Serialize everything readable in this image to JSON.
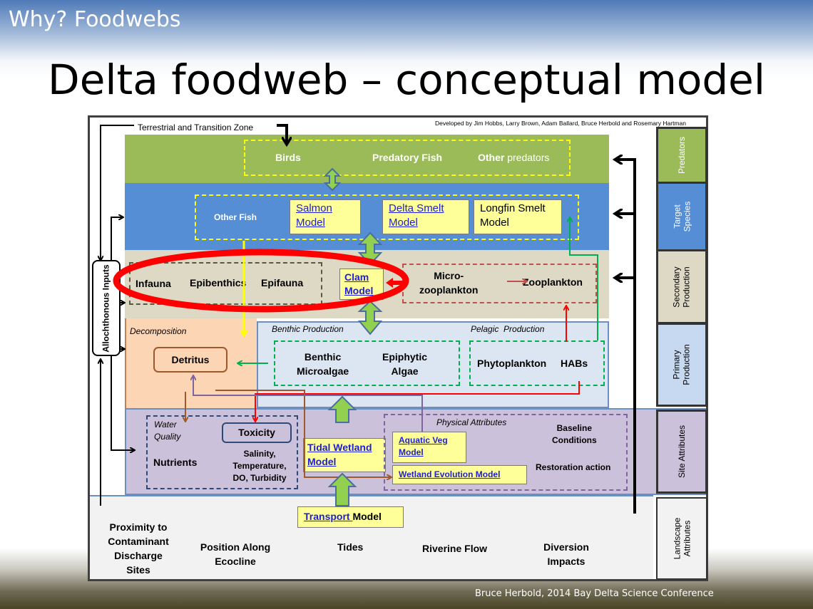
{
  "slide": {
    "section_title": "Why? Foodwebs",
    "title": "Delta foodweb – conceptual model",
    "footer": "Bruce Herbold, 2014 Bay Delta Science Conference"
  },
  "diagram": {
    "credit": "Developed by Jim Hobbs, Larry Brown, Adam Ballard, Bruce Herbold and Rosemary Hartman",
    "terrestrial_zone": "Terrestrial and Transition Zone",
    "allochthonous_inputs": "Allochthonous Inputs",
    "predators": {
      "birds": "Birds",
      "predatory_fish": "Predatory Fish",
      "other_bold": "Other",
      "other_rest": " predators"
    },
    "target_species": {
      "other_fish": "Other Fish",
      "salmon_model": [
        "Salmon",
        "Model"
      ],
      "delta_smelt_model": [
        "Delta Smelt",
        "Model"
      ],
      "longfin_smelt_model": [
        "Longfin Smelt",
        "Model"
      ]
    },
    "secondary_production": {
      "infauna": "Infauna",
      "epibenthics": "Epibenthics",
      "epifauna": "Epifauna",
      "clam_model": [
        "Clam",
        "Model"
      ],
      "microzooplankton": [
        "Micro-",
        "zooplankton"
      ],
      "zooplankton": "Zooplankton"
    },
    "decomposition": {
      "label": "Decomposition",
      "detritus": "Detritus"
    },
    "benthic_production": {
      "label": "Benthic Production",
      "benthic_microalgae": [
        "Benthic",
        "Microalgae"
      ],
      "epiphytic_algae": [
        "Epiphytic",
        "Algae"
      ]
    },
    "pelagic_production": {
      "label": "Pelagic  Production",
      "phytoplankton": "Phytoplankton",
      "habs": "HABs"
    },
    "site_attributes": {
      "water_quality": [
        "Water",
        "Quality"
      ],
      "toxicity": "Toxicity",
      "nutrients": "Nutrients",
      "wq_params": [
        "Salinity,",
        "Temperature,",
        "DO, Turbidity"
      ],
      "tidal_wetland_model": [
        "Tidal Wetland",
        "Model"
      ],
      "physical_attributes": "Physical Attributes",
      "aquatic_veg_model": [
        "Aquatic Veg",
        "Model"
      ],
      "wetland_evolution_model": "Wetland Evolution Model",
      "baseline_conditions": [
        "Baseline",
        "Conditions"
      ],
      "restoration_action": "Restoration action"
    },
    "landscape_attributes": {
      "transport_link": "Transport ",
      "transport_rest": "Model",
      "proximity": [
        "Proximity to",
        "Contaminant",
        "Discharge",
        "Sites"
      ],
      "position": [
        "Position Along",
        "Ecocline"
      ],
      "tides": "Tides",
      "riverine_flow": "Riverine Flow",
      "diversion": [
        "Diversion",
        "Impacts"
      ]
    },
    "side_labels": {
      "predators": "Predators",
      "target_species": [
        "Target",
        "Species"
      ],
      "secondary_production": [
        "Secondary",
        "Production"
      ],
      "primary_production": [
        "Primary",
        "Production"
      ],
      "site_attributes": "Site Attributes",
      "landscape_attributes": [
        "Landscape",
        "Attributes"
      ]
    },
    "colors": {
      "predators": "#9bbb59",
      "target_species": "#558ed5",
      "secondary_production": "#ddd9c4",
      "primary_production": "#dce6f2",
      "decomposition": "#fcd5b5",
      "site_attributes": "#ccc1da",
      "landscape": "#f2f2f2",
      "highlight_ellipse": "#ff0000",
      "model_box": "#ffff9a"
    }
  }
}
